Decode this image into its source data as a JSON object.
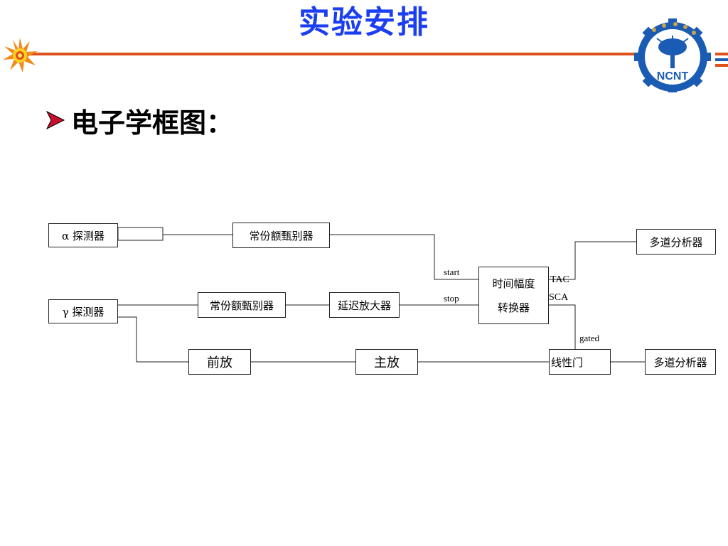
{
  "slide": {
    "title": "实验安排",
    "bullet": "电子学框图：",
    "logo_text": "NCNT",
    "colors": {
      "title": "#1b3ff0",
      "rule": "#e0521c",
      "logo": "#1a5bb3"
    }
  },
  "diagram": {
    "alpha_detector": "α 探测器",
    "gamma_detector": "γ 探测器",
    "cfd_top": "常份额甄别器",
    "cfd_mid": "常份额甄别器",
    "delay_amp": "延迟放大器",
    "tac_line1": "时间幅度",
    "tac_line2": "转换器",
    "mca_top": "多道分析器",
    "preamp": "前放",
    "main_amp": "主放",
    "linear_gate": "线性门",
    "mca_bottom": "多道分析器",
    "label_start": "start",
    "label_stop": "stop",
    "label_tac": "TAC",
    "label_sca": "SCA",
    "label_gated": "gated"
  }
}
